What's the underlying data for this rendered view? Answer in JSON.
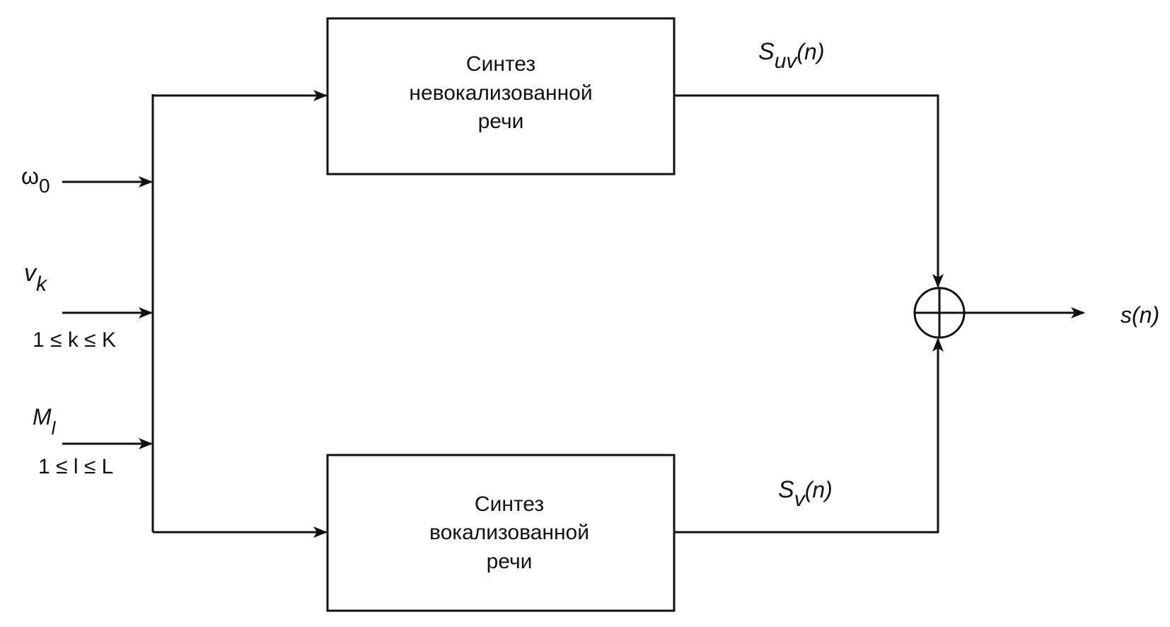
{
  "blocks": {
    "unvoiced": {
      "line1": "Синтез",
      "line2": "невокализованной",
      "line3": "речи"
    },
    "voiced": {
      "line1": "Синтез",
      "line2": "вокализованной",
      "line3": "речи"
    }
  },
  "inputs": {
    "omega": {
      "symbol": "ω",
      "subscript": "0"
    },
    "v": {
      "symbol": "v",
      "subscript": "k",
      "range": "1 ≤ k ≤ K"
    },
    "m": {
      "symbol": "M",
      "subscript": "l",
      "range": "1 ≤ l ≤ L"
    }
  },
  "signals": {
    "unvoiced_out": {
      "symbol": "S",
      "subscript": "uv",
      "arg": "(n)"
    },
    "voiced_out": {
      "symbol": "S",
      "subscript": "v",
      "arg": "(n)"
    },
    "output": "s(n)"
  }
}
